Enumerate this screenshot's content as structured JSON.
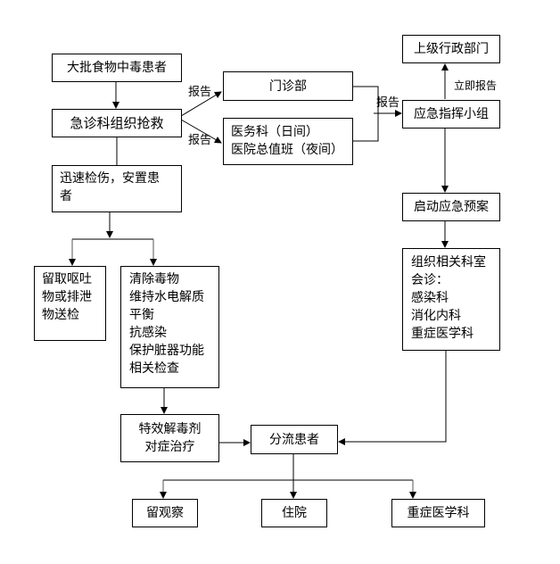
{
  "nodes": {
    "mass_poisoning": "大批食物中毒患者",
    "er_rescue": "急诊科组织抢救",
    "triage": [
      "迅速检伤，安置患",
      "者"
    ],
    "outpatient": "门诊部",
    "medical_affairs": [
      "医务科（日间）",
      "医院总值班（夜间）"
    ],
    "superior_admin": "上级行政部门",
    "command_group": "应急指挥小组",
    "start_plan": "启动应急预案",
    "consultation": [
      "组织相关科室",
      "会诊：",
      "感染科",
      "消化内科",
      "重症医学科"
    ],
    "specimens": [
      "留取呕吐",
      "物或排泄",
      "物送检"
    ],
    "treatment": [
      "清除毒物",
      "维持水电解质",
      "平衡",
      "抗感染",
      "保护脏器功能",
      "相关检查"
    ],
    "antidote": [
      "特效解毒剂",
      "对症治疗"
    ],
    "divert": "分流患者",
    "observation": "留观察",
    "hospitalize": "住院",
    "icu": "重症医学科"
  },
  "labels": {
    "report_outpatient": "报告",
    "report_medical": "报告",
    "report_command": "报告",
    "report_immediately": "立即报告"
  },
  "colors": {
    "stroke": "#000000",
    "background": "#ffffff"
  }
}
